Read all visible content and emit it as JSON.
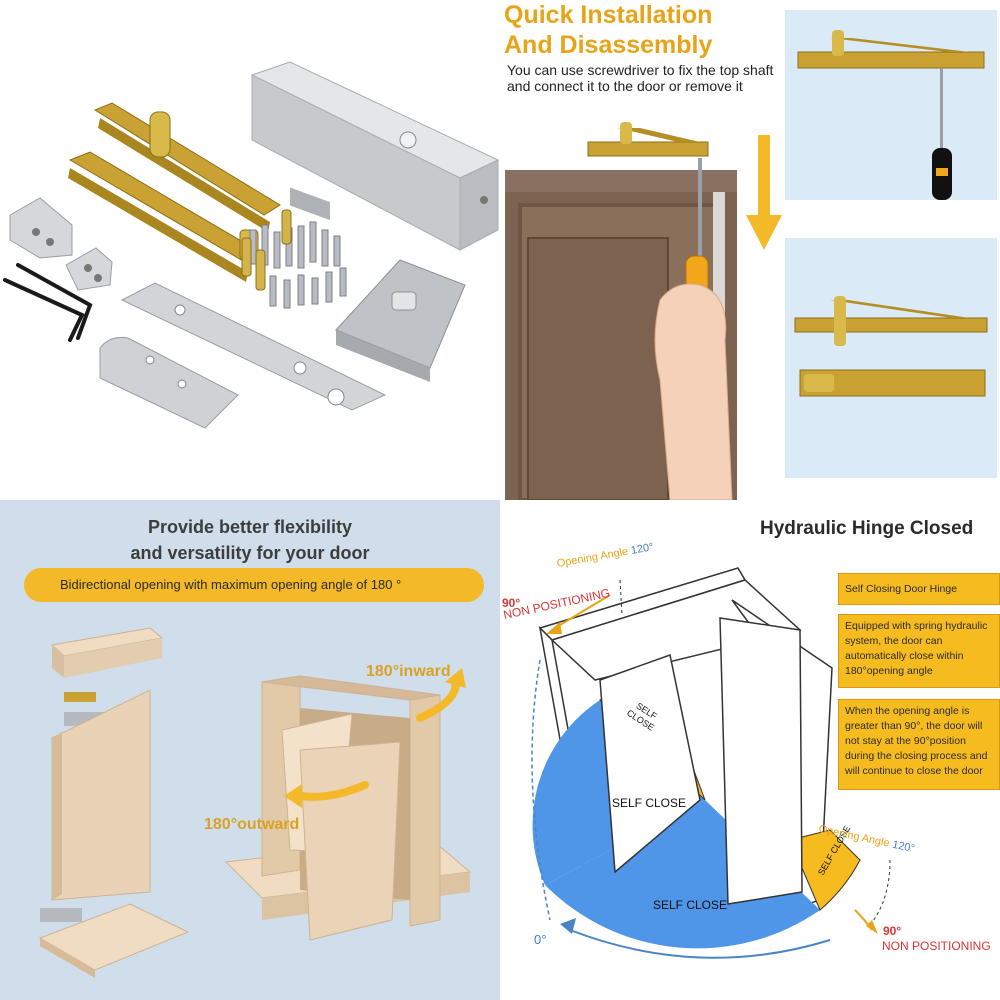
{
  "panel_install": {
    "title_line1": "Quick Installation",
    "title_line2": "And Disassembly",
    "description": "You can use screwdriver to fix the top shaft and connect it to the door or remove it"
  },
  "panel_flex": {
    "title_line1": "Provide better flexibility",
    "title_line2": "and versatility for your door",
    "banner": "Bidirectional opening with maximum opening angle of 180 °",
    "inward_label": "180°inward",
    "outward_label": "180°outward"
  },
  "panel_hydraulic": {
    "title": "Hydraulic Hinge Closed",
    "box1": "Self Closing Door Hinge",
    "box2": "Equipped with spring hydraulic system, the door can automatically close within 180°opening angle",
    "box3": "When the opening angle is greater than 90°, the door will not stay at the 90°position during the closing process and will continue to close the door",
    "opening_angle_text": "Opening Angle",
    "opening_angle_value": "120°",
    "ninety": "90°",
    "non_positioning": "NON POSITIONING",
    "self_close": "SELF CLOSE",
    "self_close_small_1": "SELF",
    "self_close_small_2": "CLOSE",
    "zero": "0°"
  },
  "colors": {
    "gold": "#f3b928",
    "blue": "#4f95e8",
    "brass": "#c9a233",
    "aluminum": "#d6d8da",
    "door_wood": "#e9d2b6",
    "q3_background": "#cfdeea"
  }
}
